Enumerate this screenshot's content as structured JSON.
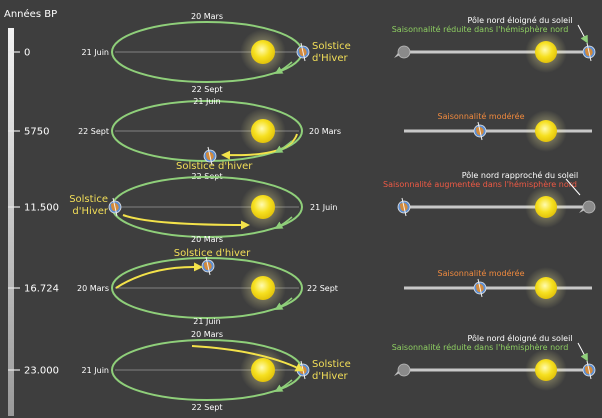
{
  "axis_title": "Années BP",
  "colors": {
    "background": "#3e3e3e",
    "orbit": "#8fcf7a",
    "arrow_yellow": "#f3e24a",
    "sun": "#f6e020",
    "label_white": "#ffffff",
    "label_yellow": "#f3df58",
    "label_green": "#8ecf62",
    "label_orange": "#f08a3e",
    "label_red": "#f05a45",
    "bar": "#c8c8c8"
  },
  "rows": [
    {
      "year": "0",
      "orbit_labels": {
        "top": "20 Mars",
        "left": "21 Juin",
        "bottom": "22 Sept"
      },
      "solstice": "Solstice\nd'Hiver",
      "seasonality_top": "Pôle nord éloigné du soleil",
      "seasonality_bottom": "Saisonnalité réduite dans l'hémisphère nord",
      "seasonality_color": "green"
    },
    {
      "year": "5750",
      "orbit_labels": {
        "top": "21 Juin",
        "left": "22 Sept",
        "right": "20 Mars",
        "bottom": "22 Sept"
      },
      "solstice": "Solstice d'hiver",
      "seasonality_top": "",
      "seasonality_bottom": "Saisonnalité modérée",
      "seasonality_color": "orange"
    },
    {
      "year": "11.500",
      "orbit_labels": {
        "right": "21 Juin",
        "bottom": "20 Mars"
      },
      "solstice": "Solstice\nd'Hiver",
      "seasonality_top": "Pôle nord rapproché du soleil",
      "seasonality_bottom": "Saisonnalité augmentée dans l'hémisphère nord",
      "seasonality_color": "red"
    },
    {
      "year": "16.724",
      "orbit_labels": {
        "left": "20 Mars",
        "right": "22 Sept",
        "bottom": "21 Juin"
      },
      "solstice": "Solstice d'hiver",
      "seasonality_top": "",
      "seasonality_bottom": "Saisonnalité modérée",
      "seasonality_color": "orange"
    },
    {
      "year": "23.000",
      "orbit_labels": {
        "top": "20 Mars",
        "left": "21 Juin",
        "bottom": "22 Sept"
      },
      "solstice": "Solstice\nd'Hiver",
      "seasonality_top": "Pôle nord éloigné du soleil",
      "seasonality_bottom": "Saisonnalité réduite dans l'hémisphère nord",
      "seasonality_color": "green"
    }
  ]
}
